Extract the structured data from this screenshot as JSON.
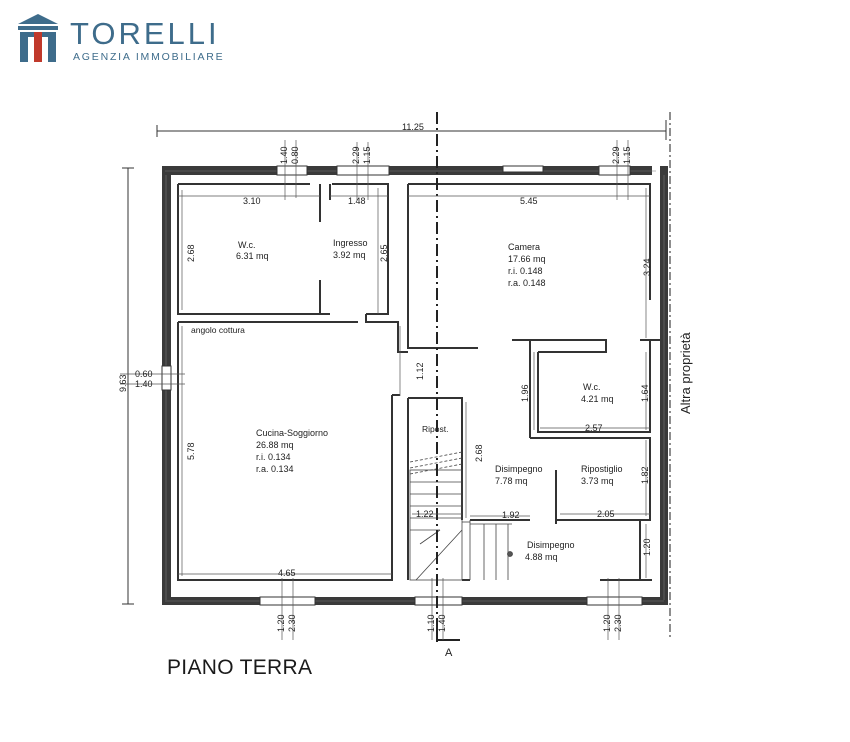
{
  "brand": {
    "name": "TORELLI",
    "subtitle": "AGENZIA IMMOBILIARE",
    "color": "#3e6c8b",
    "accent": "#c0392b"
  },
  "plan": {
    "floor_label": "PIANO TERRA",
    "section_marker": "A",
    "neighbor_label": "Altra proprietà",
    "rooms": {
      "wc1": {
        "name": "W.c.",
        "area": "6.31 mq"
      },
      "ingresso": {
        "name": "Ingresso",
        "area": "3.92 mq"
      },
      "camera": {
        "name": "Camera",
        "area": "17.66 mq",
        "ri": "r.i.  0.148",
        "ra": "r.a.  0.148"
      },
      "angolo": {
        "name": "angolo cottura"
      },
      "cucina": {
        "name": "Cucina-Soggiorno",
        "area": "26.88 mq",
        "ri": "r.i.  0.134",
        "ra": "r.a.  0.134"
      },
      "wc2": {
        "name": "W.c.",
        "area": "4.21 mq"
      },
      "ripost_small": {
        "name": "Ripost."
      },
      "disimpegno1": {
        "name": "Disimpegno",
        "area": "7.78 mq"
      },
      "ripostiglio": {
        "name": "Ripostiglio",
        "area": "3.73 mq"
      },
      "disimpegno2": {
        "name": "Disimpegno",
        "area": "4.88 mq"
      }
    },
    "dimensions": {
      "total_width": "11.25",
      "total_height": "9.63",
      "top_w1_a": "1.40",
      "top_w1_b": "0.80",
      "top_w2_a": "2.29",
      "top_w2_b": "1.15",
      "top_w3_a": "2.29",
      "top_w3_b": "1.15",
      "wc1_w": "3.10",
      "wc1_h": "2.68",
      "ingresso_w": "1.48",
      "ingresso_h": "2.65",
      "camera_w": "5.45",
      "camera_h": "3.24",
      "left_w_a": "0.60",
      "left_w_b": "1.40",
      "corridor": "1.12",
      "wc2_l": "1.96",
      "wc2_r": "1.64",
      "wc2_w": "2.57",
      "cucina_h": "5.78",
      "cucina_w": "4.65",
      "disimp_h": "2.68",
      "ripost_h": "1.82",
      "ripost_w": "2.05",
      "stair_w": "1.22",
      "step_w": "1.92",
      "disimp2_h": "1.20",
      "bot_w1_a": "1.20",
      "bot_w1_b": "2.30",
      "bot_w2_a": "1.10",
      "bot_w2_b": "1.40",
      "bot_w3_a": "1.20",
      "bot_w3_b": "2.30"
    }
  }
}
